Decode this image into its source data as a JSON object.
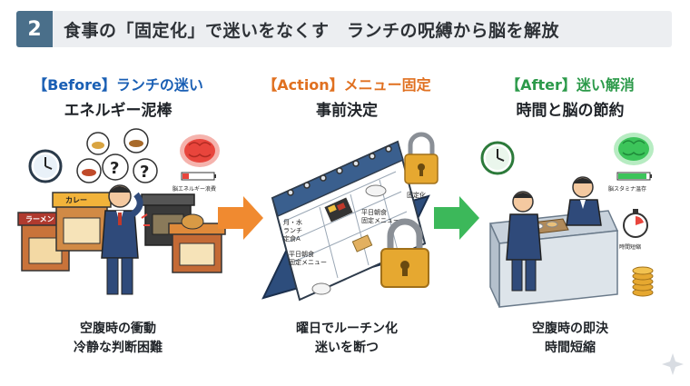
{
  "header": {
    "number": "2",
    "title": "食事の「固定化」で迷いをなくす　ランチの呪縛から脳を解放"
  },
  "columns": [
    {
      "label": "【Before】ランチの迷い",
      "subtitle": "エネルギー泥棒",
      "brain_caption": "脳エネルギー浪費",
      "shop_signs": [
        "ラーメン",
        "カレー"
      ],
      "footer": [
        "空腹時の衝動",
        "冷静な判断困難"
      ]
    },
    {
      "label": "【Action】メニュー固定",
      "subtitle": "事前決定",
      "lock_caption": "固定化",
      "calendar_notes": {
        "left_top": [
          "月・水",
          "ランチ",
          "定食A"
        ],
        "right_top": [
          "平日朝食",
          "固定メニュー"
        ],
        "left_bottom": [
          "平日朝食",
          "固定メニュー"
        ]
      },
      "footer": [
        "曜日でルーチン化",
        "迷いを断つ"
      ]
    },
    {
      "label": "【After】迷い解消",
      "subtitle": "時間と脳の節約",
      "brain_caption": "脳スタミナ温存",
      "timer_caption": "時間短縮",
      "footer": [
        "空腹時の即決",
        "時間短縮"
      ]
    }
  ],
  "colors": {
    "badge": "#4a6f8a",
    "before": "#1a5fb4",
    "action": "#e07020",
    "after": "#2c9a4a",
    "arrow_orange": "#f08a30",
    "arrow_green": "#3cb85a",
    "brain_red": "#e8453c",
    "brain_green": "#3cc45a",
    "lock_gold": "#e6a830"
  }
}
